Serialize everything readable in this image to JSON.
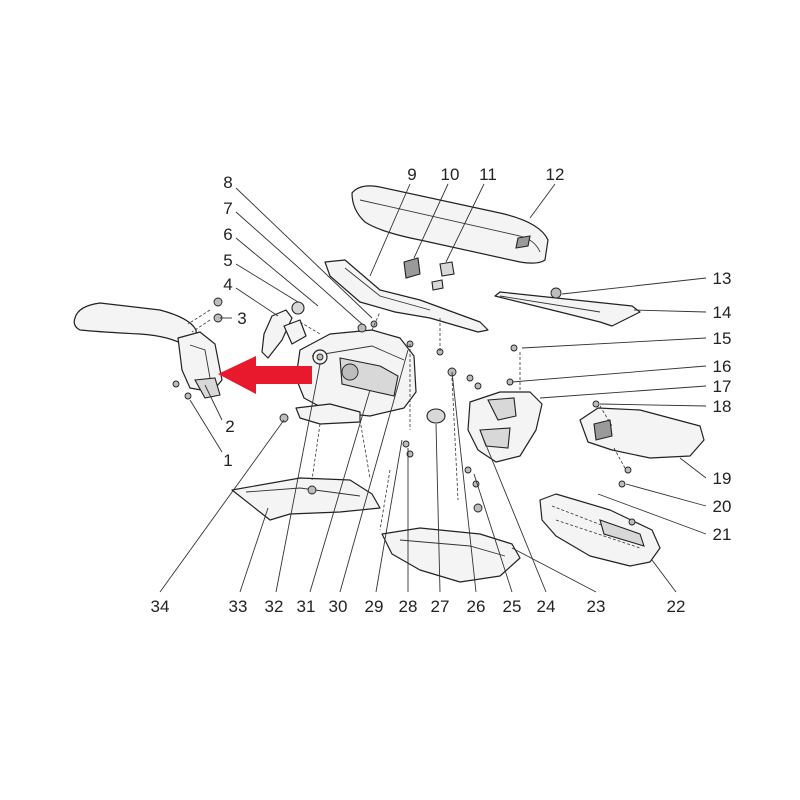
{
  "callouts": {
    "c1": "1",
    "c2": "2",
    "c3": "3",
    "c4": "4",
    "c5": "5",
    "c6": "6",
    "c7": "7",
    "c8": "8",
    "c9": "9",
    "c10": "10",
    "c11": "11",
    "c12": "12",
    "c13": "13",
    "c14": "14",
    "c15": "15",
    "c16": "16",
    "c17": "17",
    "c18": "18",
    "c19": "19",
    "c20": "20",
    "c21": "21",
    "c22": "22",
    "c23": "23",
    "c24": "24",
    "c25": "25",
    "c26": "26",
    "c27": "27",
    "c28": "28",
    "c29": "29",
    "c30": "30",
    "c31": "31",
    "c32": "32",
    "c33": "33",
    "c34": "34"
  },
  "colors": {
    "arrow": "#e8192c",
    "line": "#222222",
    "fill": "#f4f4f4"
  }
}
